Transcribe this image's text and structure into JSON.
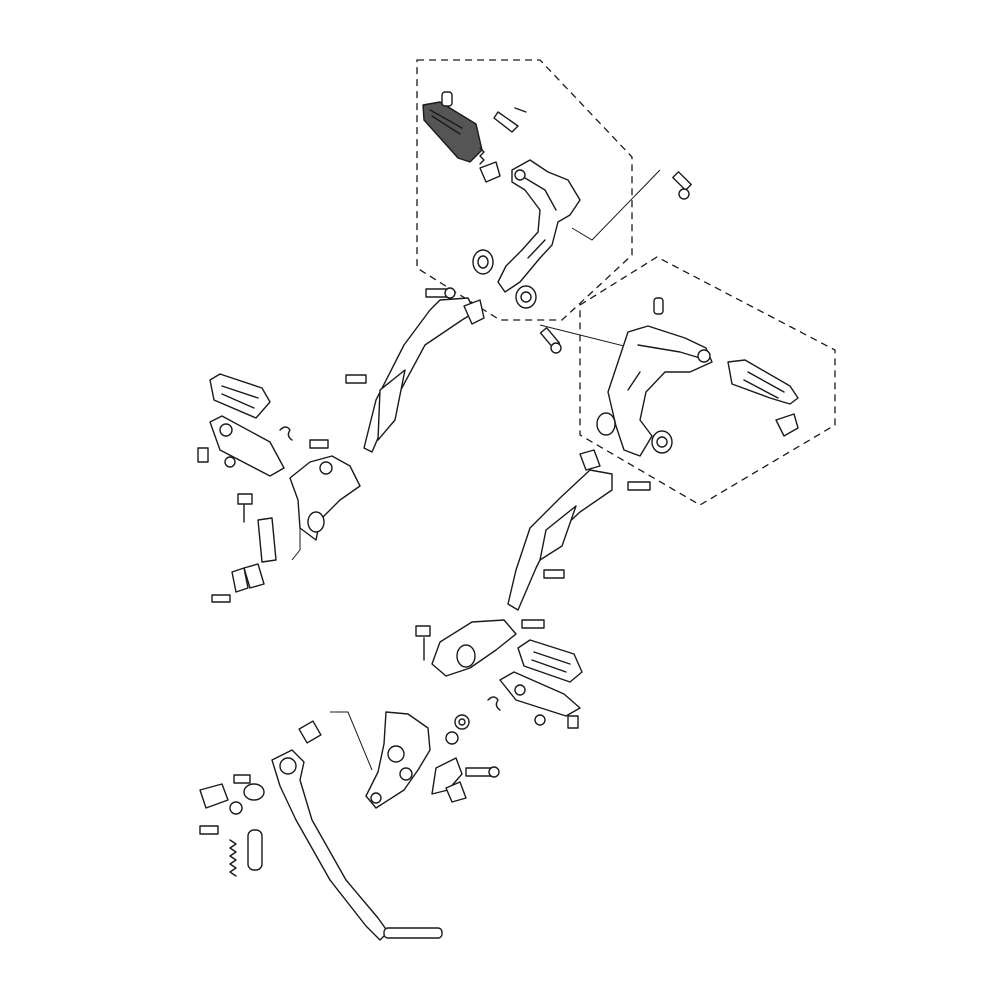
{
  "diagram": {
    "type": "exploded-parts-diagram",
    "subject": "footrest-brackets-and-brake-pedal",
    "colors": {
      "line": "#1a1a1a",
      "background": "#ffffff",
      "highlight_part": "#555555"
    },
    "groups": [
      {
        "name": "rider-footrest-left-subassembly",
        "boundary": "dashed"
      },
      {
        "name": "rider-footrest-right-subassembly",
        "boundary": "dashed"
      },
      {
        "name": "passenger-footrest-left"
      },
      {
        "name": "passenger-footrest-right"
      },
      {
        "name": "rear-brake-pedal"
      }
    ]
  }
}
